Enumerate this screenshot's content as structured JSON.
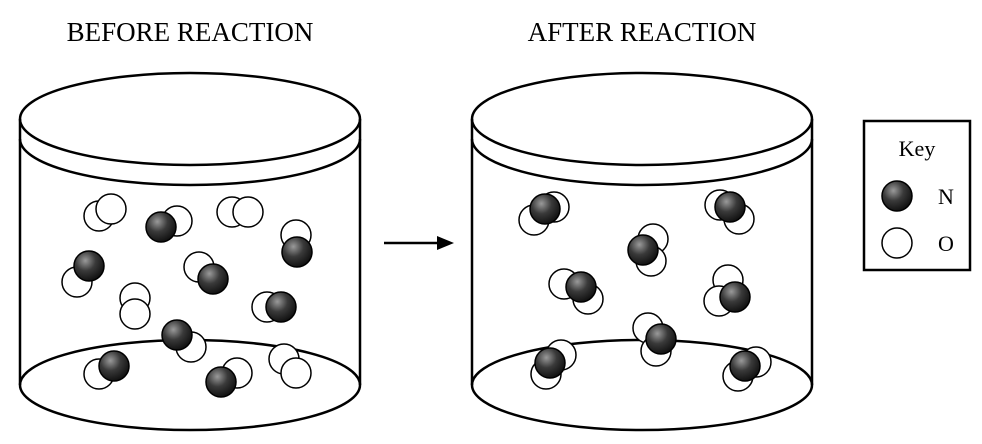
{
  "diagram": {
    "before_title": "BEFORE REACTION",
    "after_title": "AFTER REACTION",
    "key": {
      "title": "Key",
      "nitrogen_label": "N",
      "oxygen_label": "O"
    }
  },
  "colors": {
    "nitrogen": "#1a1a1a",
    "oxygen": "#ffffff",
    "outline": "#000000"
  },
  "molecules": {
    "before": [
      {
        "formula": "O2"
      },
      {
        "formula": "NO"
      },
      {
        "formula": "O2"
      },
      {
        "formula": "NO"
      },
      {
        "formula": "NO"
      },
      {
        "formula": "NO"
      },
      {
        "formula": "O2"
      },
      {
        "formula": "NO"
      },
      {
        "formula": "NO"
      },
      {
        "formula": "NO"
      },
      {
        "formula": "NO"
      },
      {
        "formula": "O2"
      }
    ],
    "after": [
      {
        "formula": "NO2"
      },
      {
        "formula": "NO2"
      },
      {
        "formula": "NO2"
      },
      {
        "formula": "NO2"
      },
      {
        "formula": "NO2"
      },
      {
        "formula": "NO2"
      },
      {
        "formula": "NO2"
      },
      {
        "formula": "NO2"
      }
    ]
  }
}
